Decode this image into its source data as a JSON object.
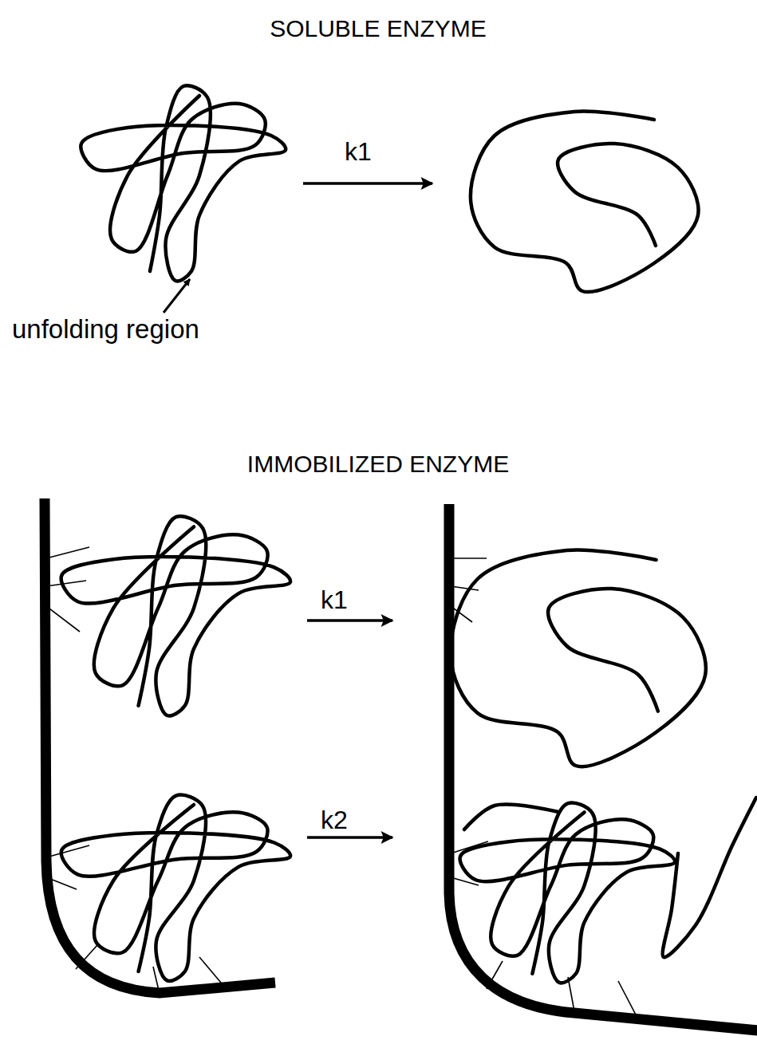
{
  "diagram": {
    "labels": [
      "SOLUBLE ENZYME",
      "unfolding region",
      "k1",
      "IMMOBILIZED ENZYME",
      "k1",
      "k2"
    ]
  }
}
